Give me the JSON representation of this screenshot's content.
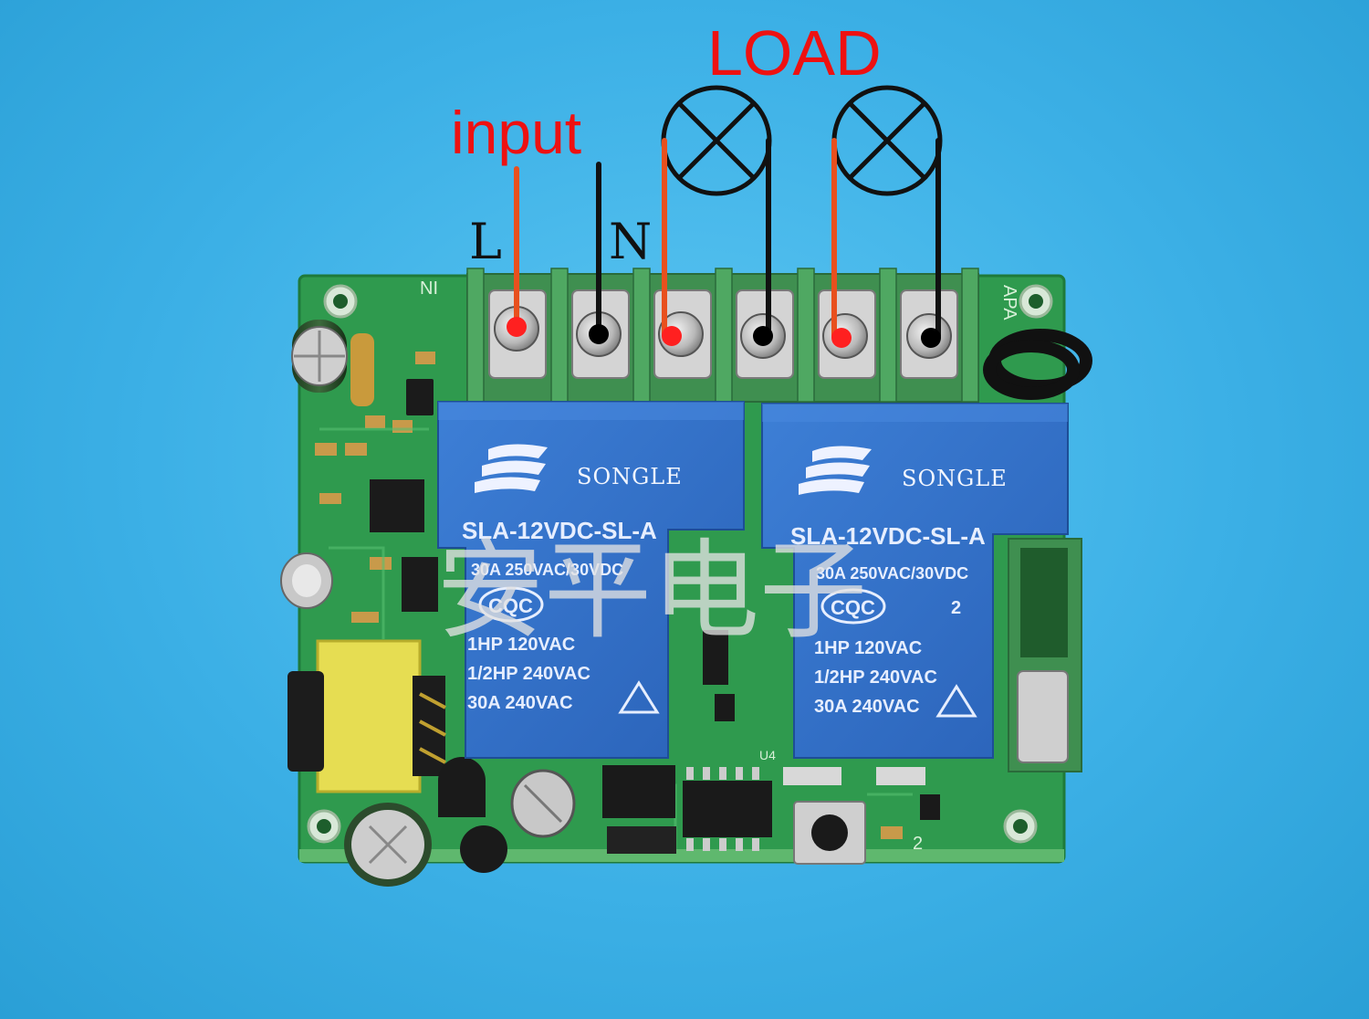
{
  "labels": {
    "load": "LOAD",
    "input": "input",
    "line": "L",
    "neutral": "N"
  },
  "relays": [
    {
      "brand": "SONGLE",
      "model": "SLA-12VDC-SL-A",
      "rating": "30A 250VAC/30VDC",
      "cert": "CQC",
      "channel": "",
      "hp1": "1HP 120VAC",
      "hp2": "1/2HP 240VAC",
      "amp": "30A 240VAC"
    },
    {
      "brand": "SONGLE",
      "model": "SLA-12VDC-SL-A",
      "rating": "30A 250VAC/30VDC",
      "cert": "CQC",
      "channel": "2",
      "hp1": "1HP 120VAC",
      "hp2": "1/2HP 240VAC",
      "amp": "30A 240VAC"
    }
  ],
  "watermark": "安平电子",
  "pcb_marks": [
    "NI",
    "APA",
    "U4",
    "2"
  ],
  "colors": {
    "wire_live": "#e8501e",
    "wire_neutral": "#111111",
    "dot_live": "#ff2020",
    "dot_neutral": "#000000",
    "pcb": "#2f9a4e",
    "terminal_block": "#3f8f50",
    "relay": "#2f6fc4",
    "label": "#ee1111"
  },
  "terminals": [
    {
      "wire": "live"
    },
    {
      "wire": "neutral"
    },
    {
      "wire": "live"
    },
    {
      "wire": "neutral"
    },
    {
      "wire": "live"
    },
    {
      "wire": "neutral"
    }
  ]
}
